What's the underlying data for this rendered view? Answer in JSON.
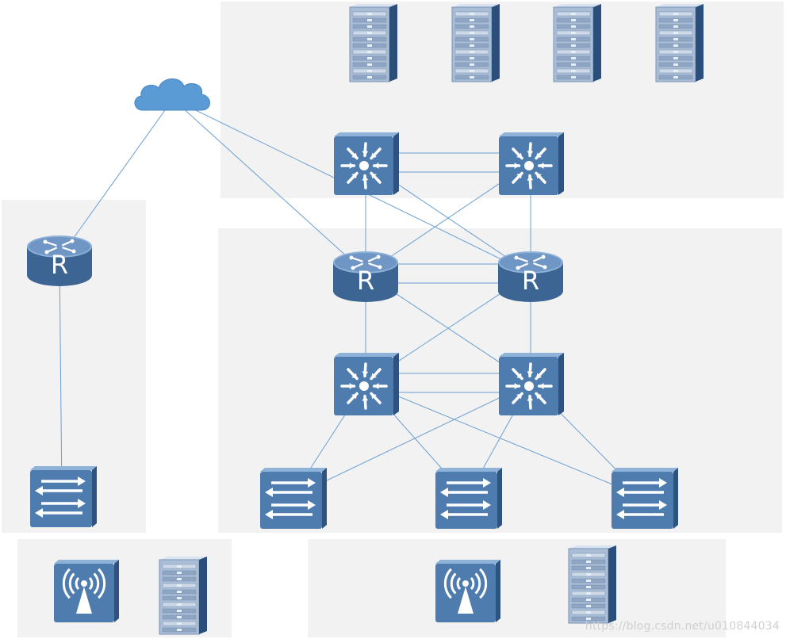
{
  "diagram": {
    "zones": [
      {
        "id": "server-zone"
      },
      {
        "id": "remote-site-zone"
      },
      {
        "id": "core-zone"
      },
      {
        "id": "remote-access-zone"
      },
      {
        "id": "main-access-zone"
      }
    ],
    "nodes": [
      {
        "id": "internet-cloud",
        "type": "cloud"
      },
      {
        "id": "top-server-1",
        "type": "server"
      },
      {
        "id": "top-server-2",
        "type": "server"
      },
      {
        "id": "top-server-3",
        "type": "server"
      },
      {
        "id": "top-server-4",
        "type": "server"
      },
      {
        "id": "firewall-left",
        "type": "firewall"
      },
      {
        "id": "firewall-right",
        "type": "firewall"
      },
      {
        "id": "remote-router",
        "type": "router",
        "label": "R"
      },
      {
        "id": "core-router-left",
        "type": "router",
        "label": "R"
      },
      {
        "id": "core-router-right",
        "type": "router",
        "label": "R"
      },
      {
        "id": "core-switch-left",
        "type": "firewall"
      },
      {
        "id": "core-switch-right",
        "type": "firewall"
      },
      {
        "id": "remote-access-switch",
        "type": "switch"
      },
      {
        "id": "access-switch-1",
        "type": "switch"
      },
      {
        "id": "access-switch-2",
        "type": "switch"
      },
      {
        "id": "access-switch-3",
        "type": "switch"
      },
      {
        "id": "remote-ap",
        "type": "ap"
      },
      {
        "id": "remote-server",
        "type": "server"
      },
      {
        "id": "main-ap",
        "type": "ap"
      },
      {
        "id": "main-server",
        "type": "server"
      }
    ],
    "links": [
      [
        "internet-cloud",
        "remote-router"
      ],
      [
        "internet-cloud",
        "core-router-left"
      ],
      [
        "internet-cloud",
        "core-router-right"
      ],
      [
        "firewall-left",
        "firewall-right"
      ],
      [
        "firewall-left",
        "firewall-right"
      ],
      [
        "firewall-left",
        "core-router-left"
      ],
      [
        "firewall-left",
        "core-router-right"
      ],
      [
        "firewall-right",
        "core-router-left"
      ],
      [
        "firewall-right",
        "core-router-right"
      ],
      [
        "core-router-left",
        "core-router-right"
      ],
      [
        "core-router-left",
        "core-router-right"
      ],
      [
        "core-router-left",
        "core-switch-left"
      ],
      [
        "core-router-left",
        "core-switch-right"
      ],
      [
        "core-router-right",
        "core-switch-left"
      ],
      [
        "core-router-right",
        "core-switch-right"
      ],
      [
        "core-switch-left",
        "core-switch-right"
      ],
      [
        "core-switch-left",
        "core-switch-right"
      ],
      [
        "core-switch-left",
        "access-switch-1"
      ],
      [
        "core-switch-left",
        "access-switch-2"
      ],
      [
        "core-switch-left",
        "access-switch-3"
      ],
      [
        "core-switch-right",
        "access-switch-1"
      ],
      [
        "core-switch-right",
        "access-switch-2"
      ],
      [
        "core-switch-right",
        "access-switch-3"
      ],
      [
        "remote-router",
        "remote-access-switch"
      ]
    ],
    "colors": {
      "zone": "#f2f2f2",
      "link": "#6a9fd0",
      "device_front": "#4f7cae",
      "device_top": "#8fb2d8",
      "device_side": "#2e5380",
      "cloud": "#5b9bd5",
      "server_front": "#a9bdd6",
      "server_side": "#2b4f7b",
      "glyph": "#ffffff"
    }
  },
  "watermark": "https://blog.csdn.net/u010844034"
}
